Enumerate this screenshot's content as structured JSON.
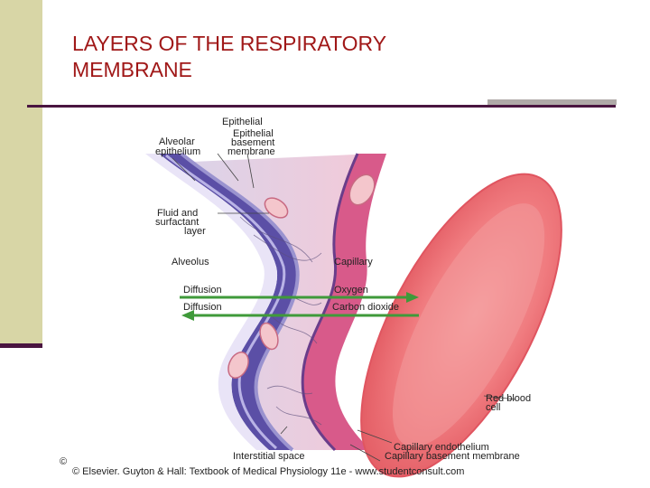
{
  "slide": {
    "title_line1": "LAYERS OF THE RESPIRATORY",
    "title_line2": "MEMBRANE"
  },
  "figure": {
    "labels": {
      "epithelial": "Epithelial",
      "epithelial_basement_1": "Epithelial",
      "epithelial_basement_2": "basement",
      "epithelial_basement_3": "membrane",
      "alveolar_epithelium_1": "Alveolar",
      "alveolar_epithelium_2": "epithelium",
      "fluid_1": "Fluid and",
      "fluid_2": "surfactant",
      "fluid_3": "layer",
      "alveolus": "Alveolus",
      "capillary": "Capillary",
      "diffusion_1": "Diffusion",
      "oxygen": "Oxygen",
      "diffusion_2": "Diffusion",
      "carbon_dioxide": "Carbon dioxide",
      "red_blood_cell_1": "Red blood",
      "red_blood_cell_2": "cell",
      "capillary_endothelium": "Capillary endothelium",
      "interstitial_space": "Interstitial space",
      "capillary_basement_membrane": "Capillary basement membrane"
    },
    "copyright_symbol": "©",
    "credit": "© Elsevier. Guyton & Hall: Textbook of Medical Physiology 11e - www.studentconsult.com"
  },
  "colors": {
    "title": "#a01818",
    "side_bar": "#d8d6a6",
    "rule": "#4a1540",
    "epithelium": "#5b4fa6",
    "capillary_wall": "#d85a8a",
    "red_cell": "#ef6f74",
    "arrow": "#3f9a3a"
  }
}
